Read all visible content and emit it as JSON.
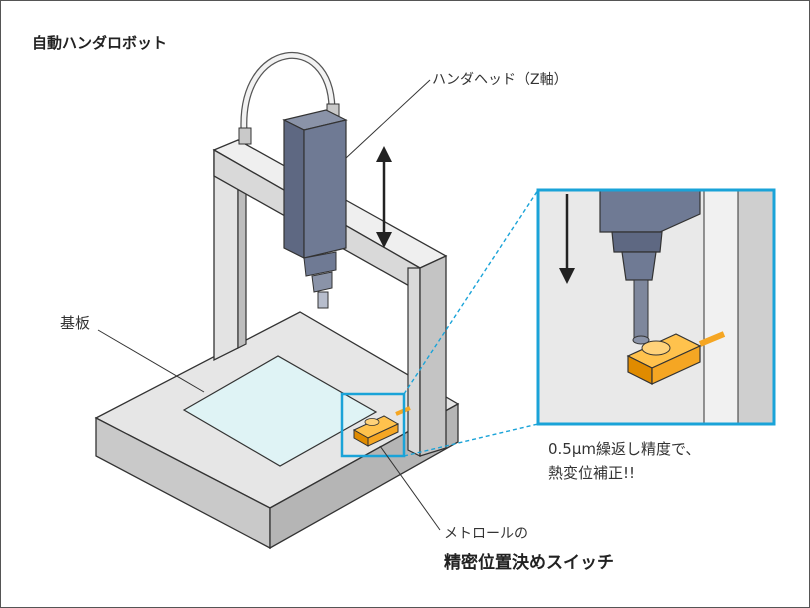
{
  "title": "自動ハンダロボット",
  "labels": {
    "hand_head": "ハンダヘッド（Z軸）",
    "substrate": "基板",
    "inset_caption_line1": "0.5μm繰返し精度で、",
    "inset_caption_line2": "熱変位補正!!",
    "switch_line1": "メトロールの",
    "switch_line2": "精密位置決めスイッチ"
  },
  "colors": {
    "frame_gray": "#d6d6d6",
    "head_blue": "#6f7a94",
    "switch_orange": "#f5a623",
    "callout_blue": "#1aa3d8",
    "board_cyan": "#dff3f5"
  },
  "icons": [
    "vertical-arrow-icon",
    "down-arrow-icon"
  ]
}
